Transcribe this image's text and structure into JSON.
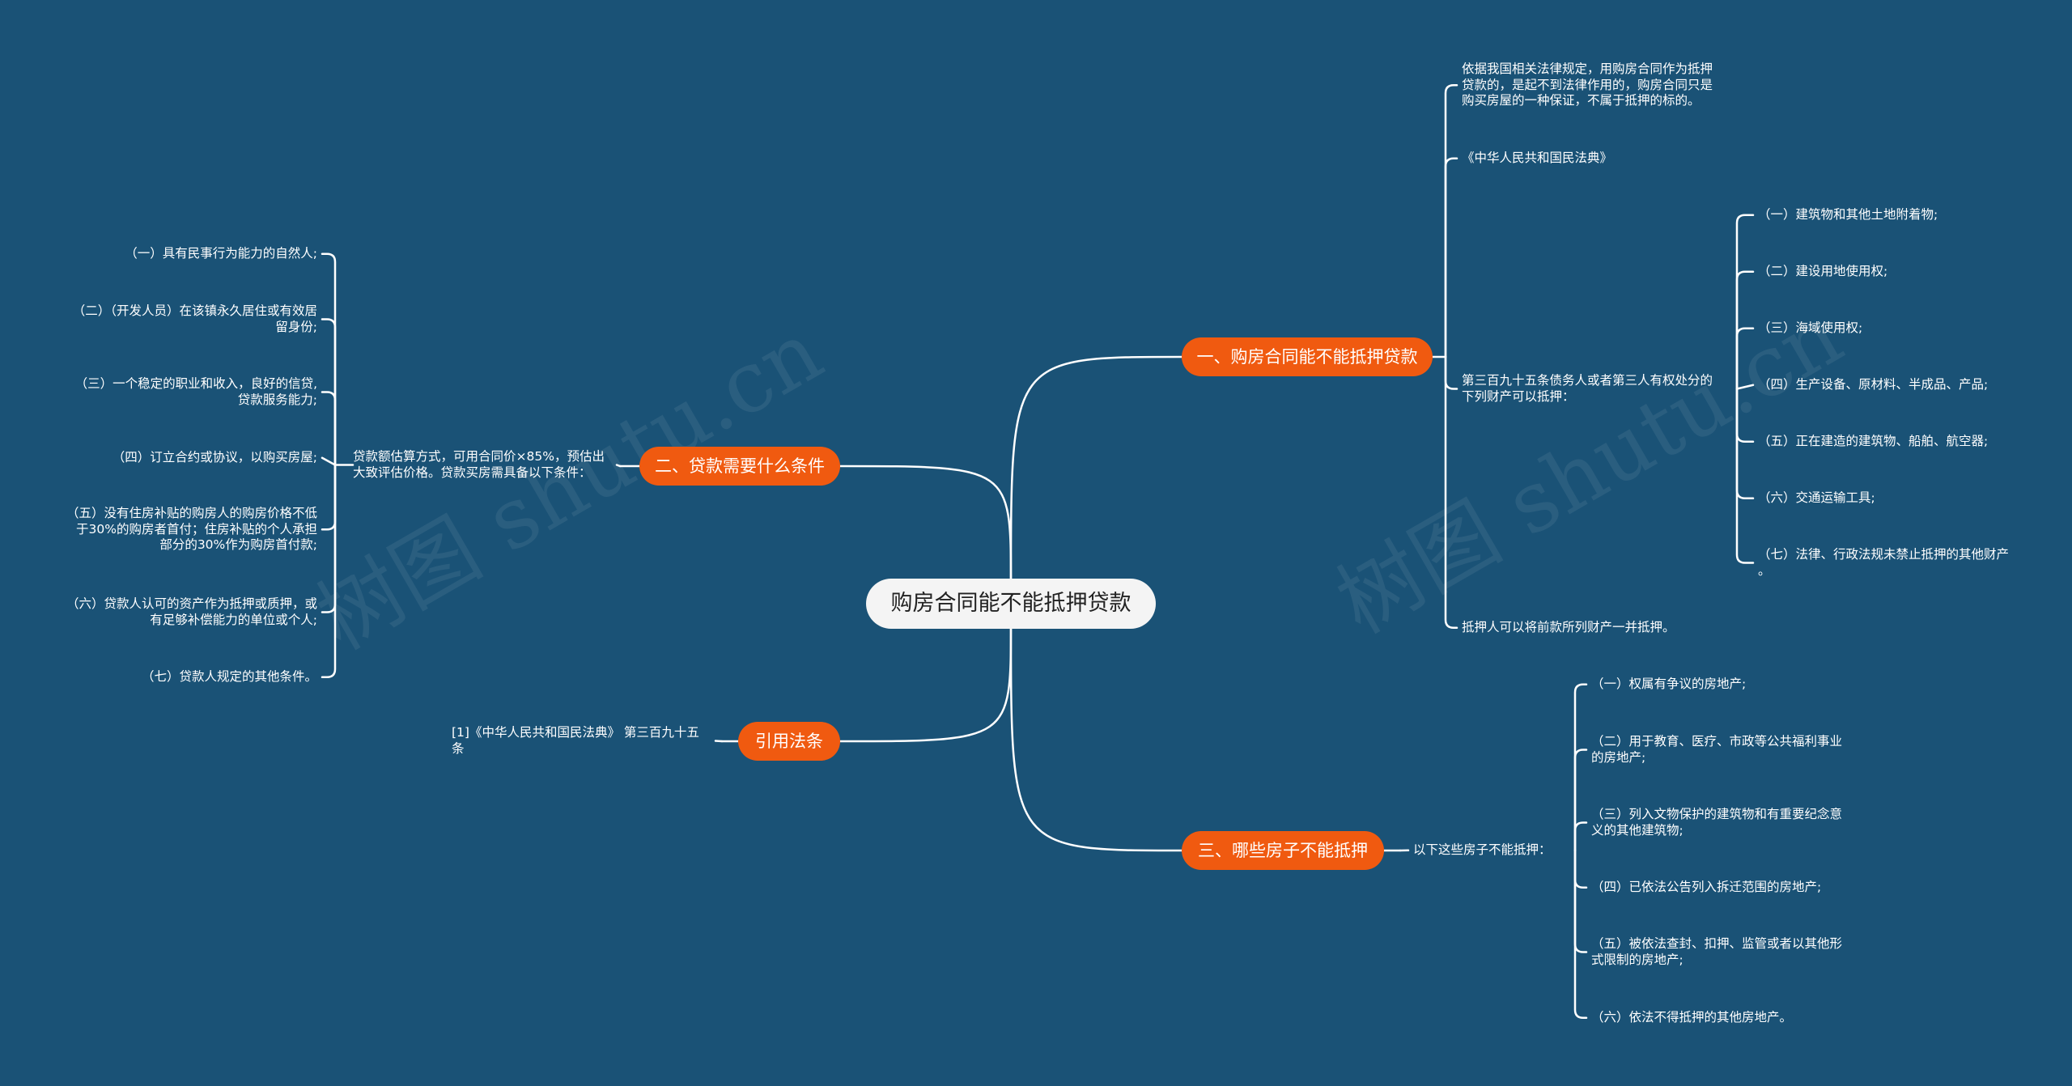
{
  "root": "购房合同能不能抵押贷款",
  "watermark": "树图 shutu.cn",
  "branches": [
    {
      "label": "一、购房合同能不能抵押贷款",
      "children": [
        {
          "text": "依据我国相关法律规定，用购房合同作为抵押\n贷款的，是起不到法律作用的，购房合同只是\n购买房屋的一种保证，不属于抵押的标的。"
        },
        {
          "text": "《中华人民共和国民法典》"
        },
        {
          "text": "第三百九十五条债务人或者第三人有权处分的\n下列财产可以抵押：",
          "children": [
            "（一）建筑物和其他土地附着物;",
            "（二）建设用地使用权;",
            "（三）海域使用权;",
            "（四）生产设备、原材料、半成品、产品;",
            "（五）正在建造的建筑物、船舶、航空器;",
            "（六）交通运输工具;",
            "（七）法律、行政法规未禁止抵押的其他财产\n。"
          ]
        },
        {
          "text": "抵押人可以将前款所列财产一并抵押。"
        }
      ]
    },
    {
      "label": "二、贷款需要什么条件",
      "children": [
        {
          "text": "贷款额估算方式，可用合同价×85%，预估出\n大致评估价格。贷款买房需具备以下条件：",
          "children": [
            "（一）具有民事行为能力的自然人;",
            "（二）（开发人员）在该镇永久居住或有效居\n留身份;",
            "（三）一个稳定的职业和收入，良好的信贷,\n贷款服务能力;",
            "（四）订立合约或协议，以购买房屋;",
            "（五）没有住房补贴的购房人的购房价格不低\n于30%的购房者首付；住房补贴的个人承担\n部分的30%作为购房首付款;",
            "（六）贷款人认可的资产作为抵押或质押，或\n有足够补偿能力的单位或个人;",
            "（七）贷款人规定的其他条件。"
          ]
        }
      ]
    },
    {
      "label": "引用法条",
      "children": [
        {
          "text": "[1]《中华人民共和国民法典》 第三百九十五\n条"
        }
      ]
    },
    {
      "label": "三、哪些房子不能抵押",
      "children": [
        {
          "text": "以下这些房子不能抵押：",
          "children": [
            "（一）权属有争议的房地产;",
            "（二）用于教育、医疗、市政等公共福利事业\n的房地产;",
            "（三）列入文物保护的建筑物和有重要纪念意\n义的其他建筑物;",
            "（四）已依法公告列入拆迁范围的房地产;",
            "（五）被依法查封、扣押、监管或者以其他形\n式限制的房地产;",
            "（六）依法不得抵押的其他房地产。"
          ]
        }
      ]
    }
  ]
}
